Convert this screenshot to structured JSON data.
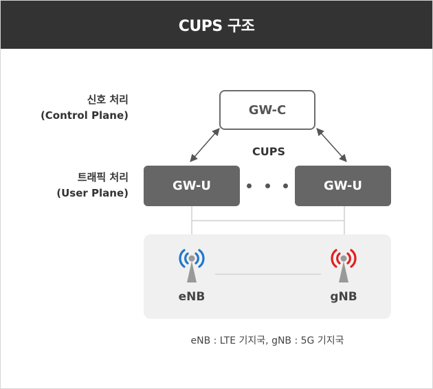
{
  "title": "CUPS 구조",
  "control_layer": {
    "name": "신호 처리",
    "sub": "(Control Plane)"
  },
  "user_layer": {
    "name": "트래픽 처리",
    "sub": "(User Plane)"
  },
  "gw_c": "GW-C",
  "gw_u_left": "GW-U",
  "gw_u_right": "GW-U",
  "cups_label": "CUPS",
  "antennas": {
    "enb": {
      "label": "eNB",
      "color": "#1f78c8"
    },
    "gnb": {
      "label": "gNB",
      "color": "#e02020"
    }
  },
  "footnote": "eNB : LTE 기지국, gNB : 5G 기지국"
}
